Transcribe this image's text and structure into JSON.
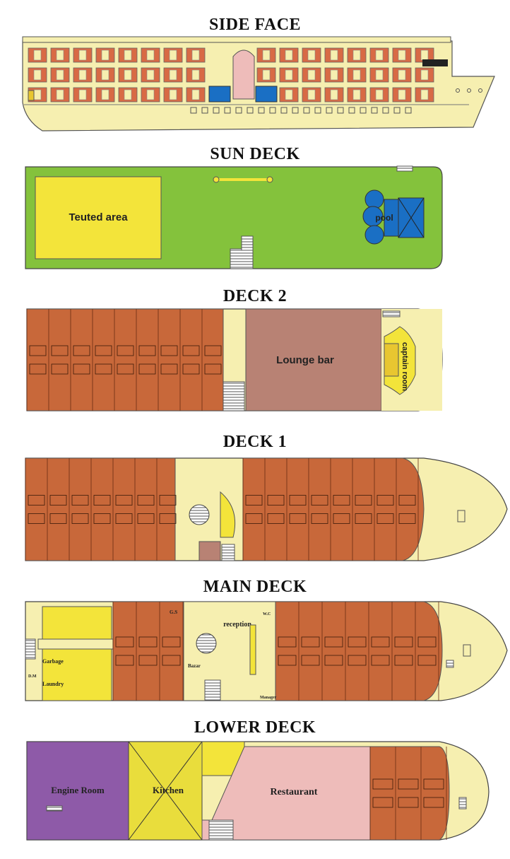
{
  "titles": {
    "side_face": "SIDE FACE",
    "sun_deck": "SUN DECK",
    "deck2": "DECK 2",
    "deck1": "DECK 1",
    "main_deck": "MAIN DECK",
    "lower_deck": "LOWER DECK"
  },
  "labels": {
    "tented_area": "Teuted area",
    "pool": "pool",
    "lounge_bar": "Lounge bar",
    "captain_room": "captain room",
    "reception": "reception",
    "wc": "W.C",
    "gs": "G.S",
    "bazar": "Bazar",
    "manager": "Manager",
    "garbage": "Garbage",
    "laundry": "Laundry",
    "dm": "D.M",
    "engine_room": "Engine Room",
    "kitchen": "Kitchen",
    "restaurant": "Restaurant"
  },
  "colors": {
    "cream": "#f6efb0",
    "green": "#84c23c",
    "yellow": "#f3e43a",
    "cabin": "#c8683a",
    "lounge": "#b88274",
    "engine": "#8e5aa8",
    "kitchen": "#e9dd3c",
    "restaurant": "#eebcba",
    "pool": "#1a6fc4"
  }
}
